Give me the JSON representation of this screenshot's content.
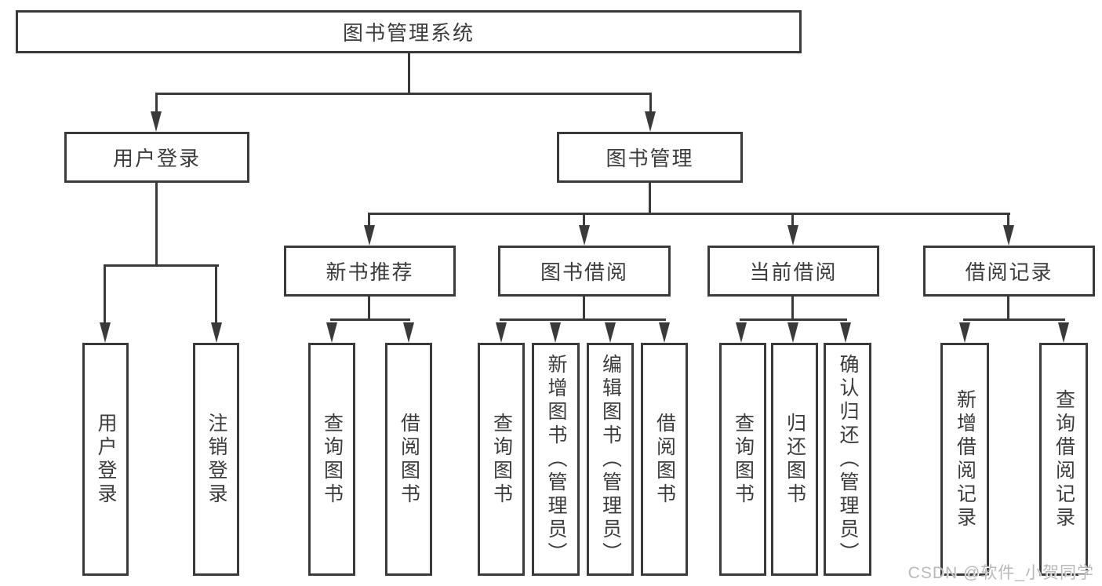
{
  "tree": {
    "root": "图书管理系统",
    "children": [
      {
        "label": "用户登录",
        "children": [
          {
            "label": "用户登录"
          },
          {
            "label": "注销登录"
          }
        ]
      },
      {
        "label": "图书管理",
        "children": [
          {
            "label": "新书推荐",
            "children": [
              {
                "label": "查询图书"
              },
              {
                "label": "借阅图书"
              }
            ]
          },
          {
            "label": "图书借阅",
            "children": [
              {
                "label": "查询图书"
              },
              {
                "label": "新增图书（管理员）"
              },
              {
                "label": "编辑图书（管理员）"
              },
              {
                "label": "借阅图书"
              }
            ]
          },
          {
            "label": "当前借阅",
            "children": [
              {
                "label": "查询图书"
              },
              {
                "label": "归还图书"
              },
              {
                "label": "确认归还（管理员）"
              }
            ]
          },
          {
            "label": "借阅记录",
            "children": [
              {
                "label": "新增借阅记录"
              },
              {
                "label": "查询借阅记录"
              }
            ]
          }
        ]
      }
    ]
  },
  "watermark": {
    "text": "CSDN @软件_小贺同学"
  },
  "colors": {
    "line": "#3a3a3a",
    "text": "#3c3c3c",
    "watermark": "#b9b9b9",
    "background": "#ffffff"
  }
}
